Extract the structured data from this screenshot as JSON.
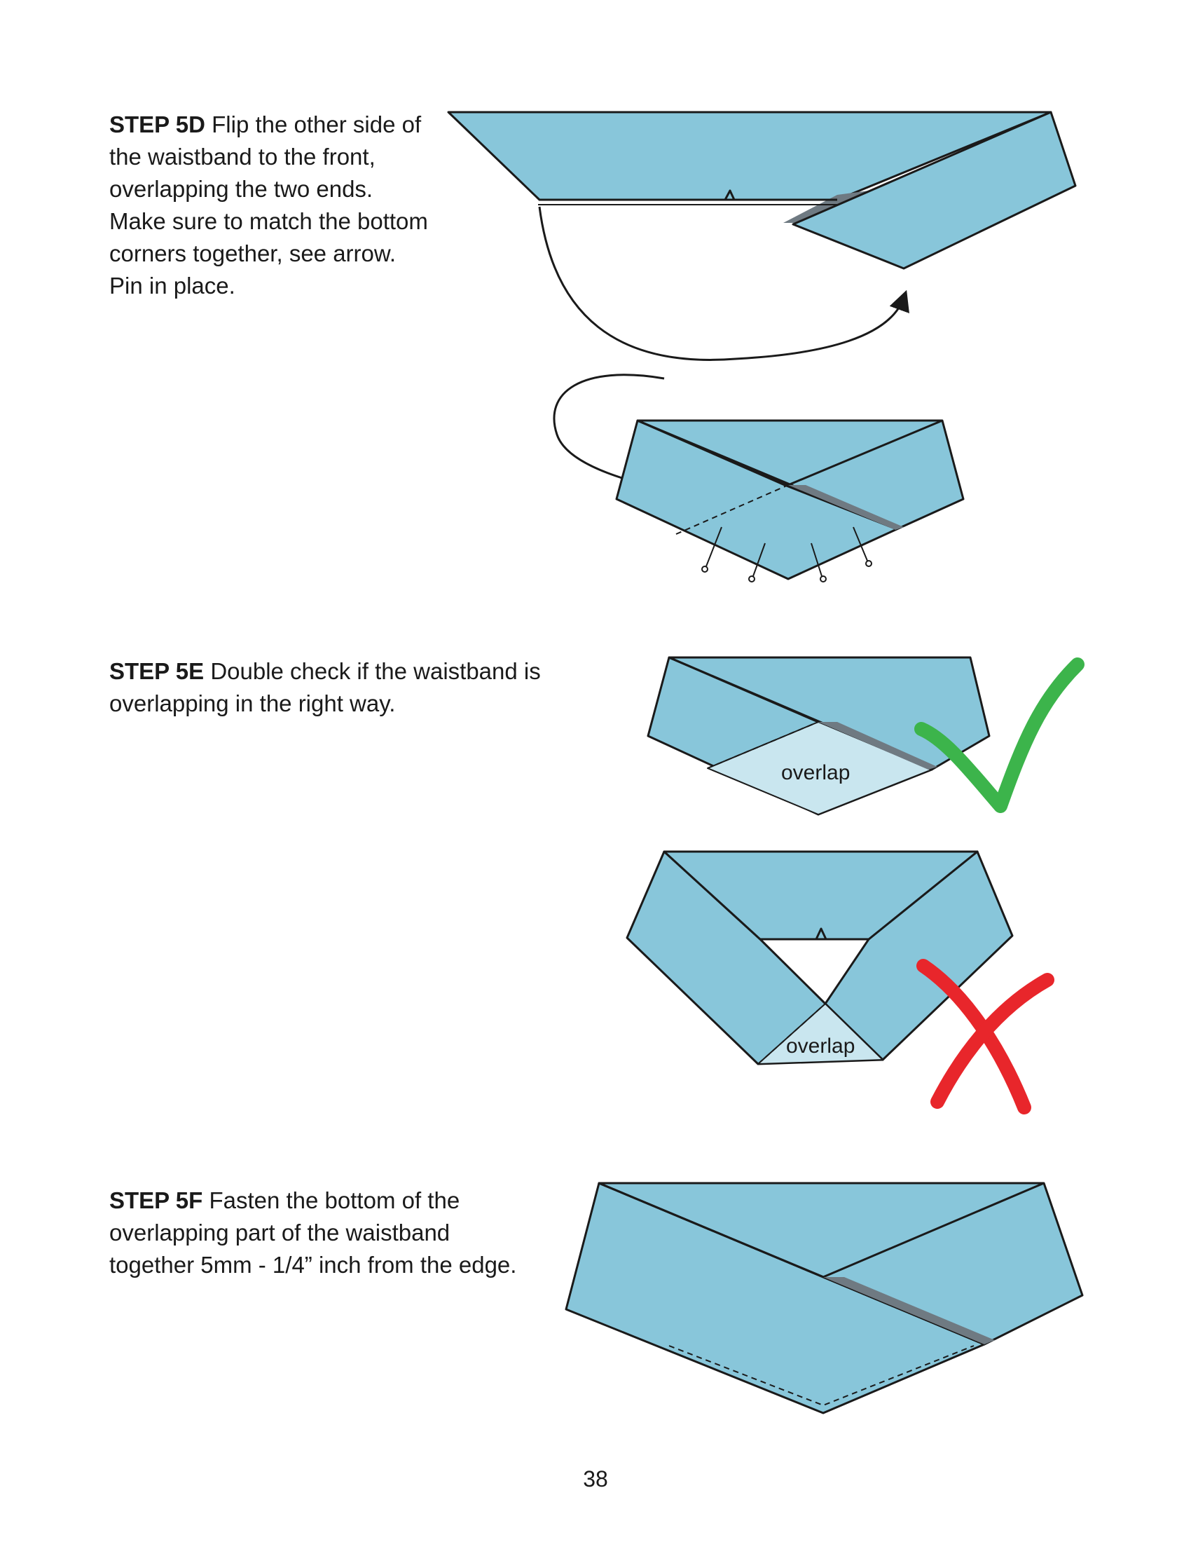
{
  "steps": [
    {
      "id": "5D",
      "label": "STEP 5D",
      "text": "Flip the other side of the waistband to the front, overlapping the two ends. Make sure to match the bottom corners together, see arrow. Pin in place."
    },
    {
      "id": "5E",
      "label": "STEP 5E",
      "text": "Double check if the waistband is overlapping in the right way."
    },
    {
      "id": "5F",
      "label": "STEP 5F",
      "text": "Fasten the bottom of the overlapping part of the waistband together 5mm - 1/4” inch from the edge."
    }
  ],
  "illustrations": {
    "correct_overlap_label": "overlap",
    "wrong_overlap_label": "overlap",
    "correct_mark": "check-mark-icon",
    "wrong_mark": "x-mark-icon"
  },
  "colors": {
    "fabric": "#88c6da",
    "overlap_fill": "#c9e6ef",
    "outline": "#1a1a1a",
    "shadow": "#6f7a82",
    "check": "#3cb44b",
    "cross": "#e8262b"
  },
  "page_number": "38"
}
